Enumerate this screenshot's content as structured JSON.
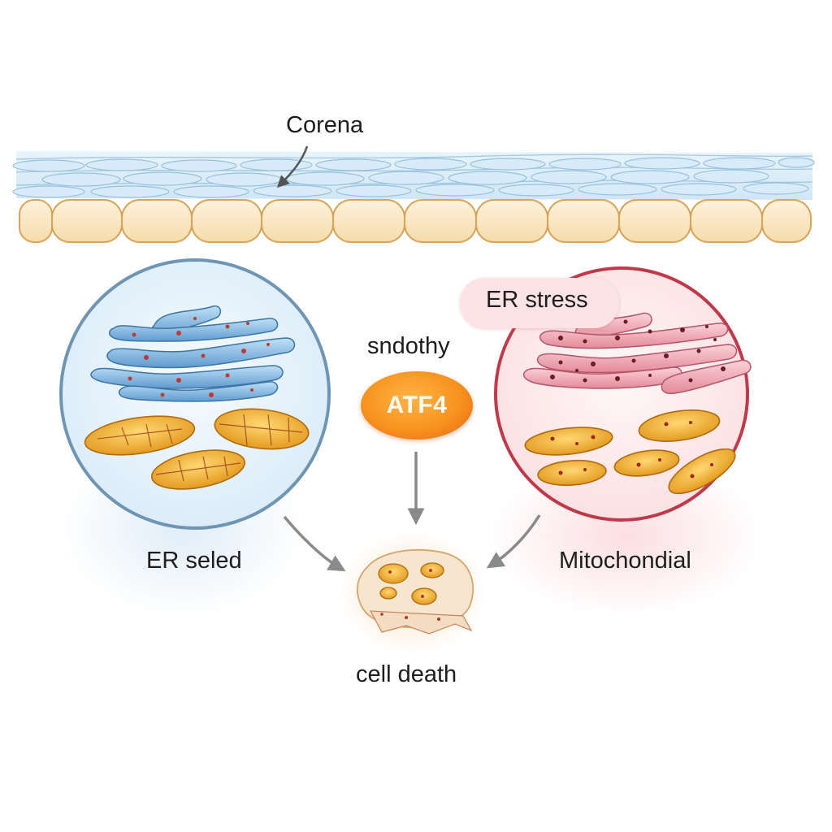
{
  "labels": {
    "corena": "Corena",
    "sndothy": "sndothy",
    "atf4": "ATF4",
    "er_stress": "ER stress",
    "er_seled": "ER seled",
    "mitochondial": "Mitochondial",
    "cell_death": "cell death"
  },
  "colors": {
    "epithelium_blue": "#cfe6f5",
    "endothelium_cream": "#fbe8c6",
    "healthy_circle_border": "#6f95b4",
    "healthy_circle_fill": "#e8f3fb",
    "stressed_circle_border": "#c0394b",
    "stressed_circle_fill": "#fde9ea",
    "er_healthy": "#7fb4de",
    "er_stressed": "#f0a8b4",
    "mitochondria": "#f2b33d",
    "atf4_badge": "#f7931e",
    "arrow": "#8a8a8a"
  },
  "icons": {
    "left_circle": "healthy-cell-icon",
    "right_circle": "stressed-cell-icon",
    "center": "dying-cell-icon"
  }
}
